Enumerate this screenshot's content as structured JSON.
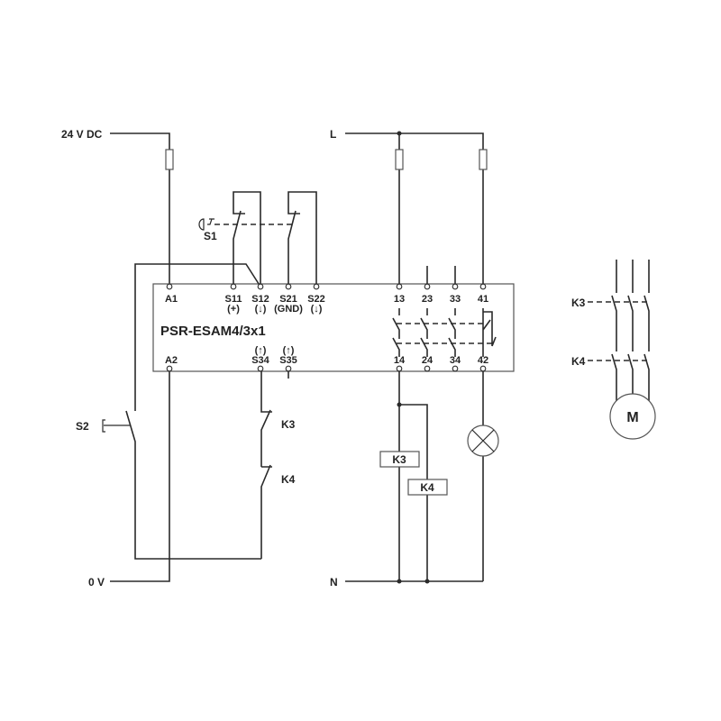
{
  "supply": {
    "dc_pos": "24 V DC",
    "dc_neg": "0 V",
    "line": "L",
    "neutral": "N"
  },
  "module": {
    "name": "PSR-ESAM4/3x1",
    "top_terminals": [
      {
        "label": "A1",
        "sub": ""
      },
      {
        "label": "S11",
        "sub": "(+)"
      },
      {
        "label": "S12",
        "sub": "(↓)"
      },
      {
        "label": "S21",
        "sub": "(GND)"
      },
      {
        "label": "S22",
        "sub": "(↓)"
      },
      {
        "label": "13",
        "sub": ""
      },
      {
        "label": "23",
        "sub": ""
      },
      {
        "label": "33",
        "sub": ""
      },
      {
        "label": "41",
        "sub": ""
      }
    ],
    "bottom_terminals": [
      {
        "label": "A2",
        "sub": ""
      },
      {
        "label": "S34",
        "sub": "(↑)"
      },
      {
        "label": "S35",
        "sub": "(↑)"
      },
      {
        "label": "14",
        "sub": ""
      },
      {
        "label": "24",
        "sub": ""
      },
      {
        "label": "34",
        "sub": ""
      },
      {
        "label": "42",
        "sub": ""
      }
    ]
  },
  "components": {
    "estop": "S1",
    "reset": "S2",
    "feedback_k3": "K3",
    "feedback_k4": "K4",
    "coil_k3": "K3",
    "coil_k4": "K4",
    "motor_k3": "K3",
    "motor_k4": "K4",
    "motor": "M"
  }
}
